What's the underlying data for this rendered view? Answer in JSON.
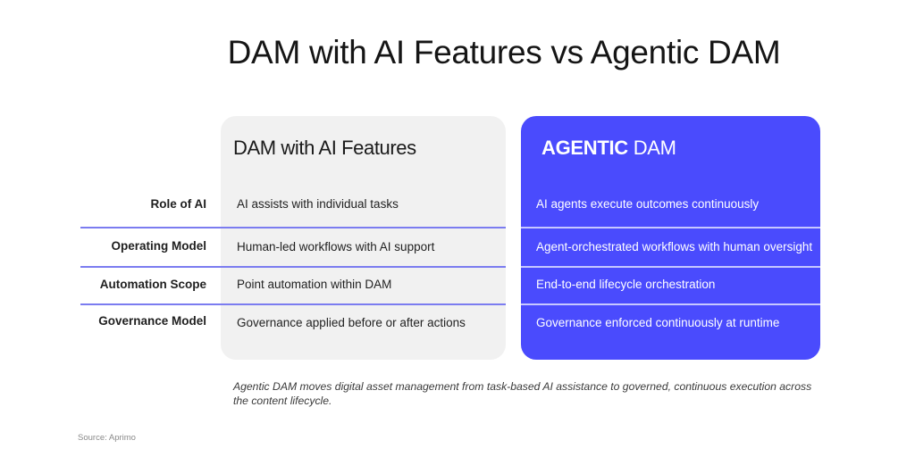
{
  "title": "DAM with AI Features vs Agentic DAM",
  "columns": {
    "left": {
      "title": "DAM with AI Features"
    },
    "right": {
      "title_bold": "AGENTIC",
      "title_light": " DAM"
    }
  },
  "rows": [
    {
      "label": "Role of AI",
      "left": "AI assists with individual tasks",
      "right": "AI agents execute outcomes continuously"
    },
    {
      "label": "Operating Model",
      "left": "Human-led workflows with AI support",
      "right": "Agent-orchestrated workflows with human oversight"
    },
    {
      "label": "Automation Scope",
      "left": "Point automation within DAM",
      "right": "End-to-end lifecycle orchestration"
    },
    {
      "label": "Governance Model",
      "left": "Governance applied before or after actions",
      "right": "Governance enforced continuously at runtime"
    }
  ],
  "caption": "Agentic DAM moves digital asset management from task-based AI assistance to governed, continuous execution across the content lifecycle.",
  "source": "Source: Aprimo",
  "colors": {
    "accent_blue": "#4a4bfd",
    "card_gray": "#f1f1f1",
    "divider": "#7b7cf0"
  }
}
